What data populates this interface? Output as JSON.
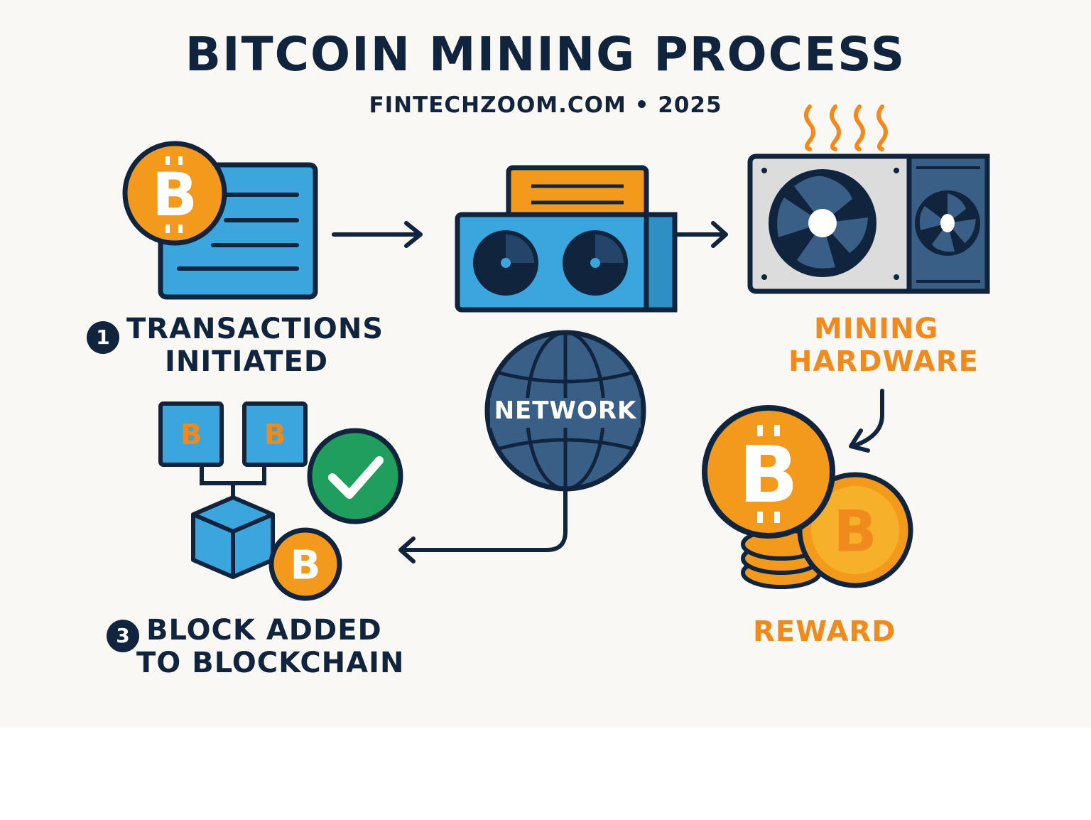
{
  "header": {
    "title": "BITCOIN MINING PROCESS",
    "subtitle": "FINTECHZOOM.COM • 2025"
  },
  "steps": {
    "transactions": {
      "number": "1",
      "line1": "TRANSACTIONS",
      "line2": "INITIATED"
    },
    "hardware": {
      "line1": "MINING",
      "line2": "HARDWARE"
    },
    "network": {
      "label": "NETWORK"
    },
    "block": {
      "number": "3",
      "line1": "BLOCK ADDED",
      "line2": "TO BLOCKCHAIN"
    },
    "reward": {
      "label": "REWARD"
    }
  },
  "icons": {
    "bitcoin_symbol": "B",
    "transaction": "transaction-document-icon",
    "gpu": "gpu-rig-icon",
    "asic": "asic-miner-icon",
    "globe": "globe-icon",
    "blockchain": "blockchain-block-icon",
    "check": "checkmark-icon",
    "coins": "bitcoin-coins-icon"
  },
  "colors": {
    "navy": "#10243d",
    "orange": "#f08a1c",
    "blue": "#3aa6dd",
    "green": "#1f9e5e",
    "steel": "#3a5f86",
    "background": "#faf8f4"
  }
}
